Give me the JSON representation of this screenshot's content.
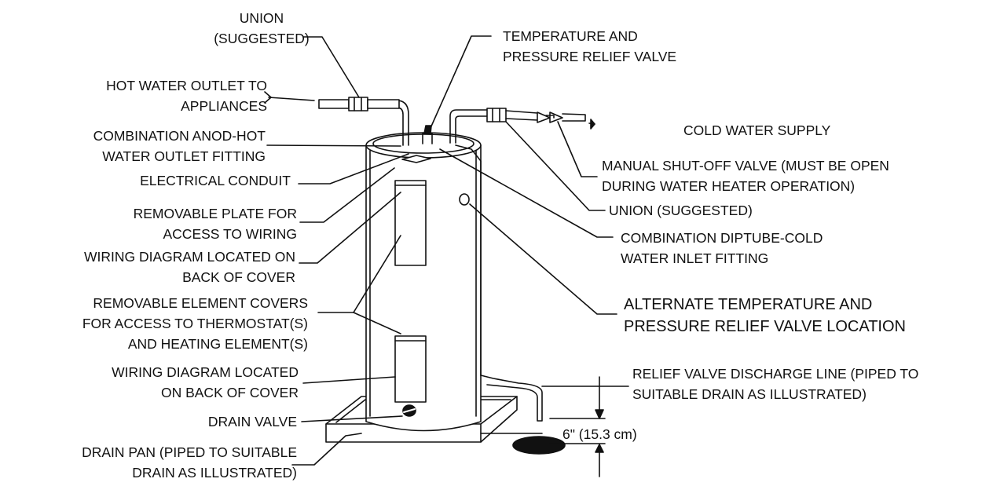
{
  "labels": {
    "union_top": [
      "UNION",
      "(SUGGESTED)"
    ],
    "hot_water_outlet": [
      "HOT WATER OUTLET TO",
      "APPLIANCES"
    ],
    "anode_fitting": [
      "COMBINATION ANOD-HOT",
      "WATER OUTLET FITTING"
    ],
    "electrical_conduit": [
      "ELECTRICAL CONDUIT"
    ],
    "removable_plate": [
      "REMOVABLE PLATE FOR",
      "ACCESS TO WIRING"
    ],
    "wiring_diagram_1": [
      "WIRING DIAGRAM LOCATED ON",
      "BACK OF COVER"
    ],
    "element_covers": [
      "REMOVABLE ELEMENT COVERS",
      "FOR ACCESS TO THERMOSTAT(S)",
      "AND HEATING ELEMENT(S)"
    ],
    "wiring_diagram_2": [
      "WIRING DIAGRAM LOCATED",
      "ON BACK OF COVER"
    ],
    "drain_valve": [
      "DRAIN VALVE"
    ],
    "drain_pan": [
      "DRAIN PAN (PIPED TO SUITABLE",
      "DRAIN AS ILLUSTRATED)"
    ],
    "tp_relief_valve": [
      "TEMPERATURE AND",
      "PRESSURE RELIEF VALVE"
    ],
    "cold_water_supply": [
      "COLD WATER SUPPLY"
    ],
    "shutoff_valve": [
      "MANUAL SHUT-OFF VALVE (MUST BE OPEN",
      "DURING WATER HEATER OPERATION)"
    ],
    "union_right": [
      "UNION (SUGGESTED)"
    ],
    "diptube": [
      "COMBINATION DIPTUBE-COLD",
      "WATER INLET FITTING"
    ],
    "alt_tp_location": [
      "ALTERNATE TEMPERATURE AND",
      "PRESSURE RELIEF VALVE LOCATION"
    ],
    "discharge_line": [
      "RELIEF VALVE DISCHARGE LINE (PIPED TO",
      "SUITABLE DRAIN AS ILLUSTRATED)"
    ],
    "gap_dimension": [
      "6\" (15.3 cm)"
    ]
  }
}
